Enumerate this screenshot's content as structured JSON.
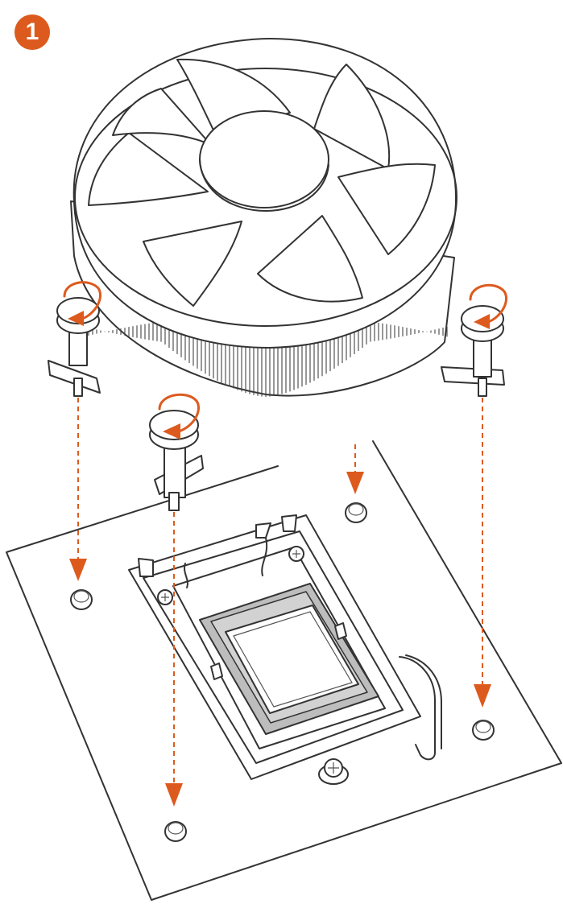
{
  "step": {
    "number": "1"
  },
  "colors": {
    "accent": "#dd5a1e",
    "line": "#333333",
    "cpu_fill": "#bdbdbd",
    "background": "#ffffff"
  },
  "illustration": {
    "subject": "cpu-cooler-installation",
    "push_pins": 4,
    "motherboard_holes": 4
  }
}
